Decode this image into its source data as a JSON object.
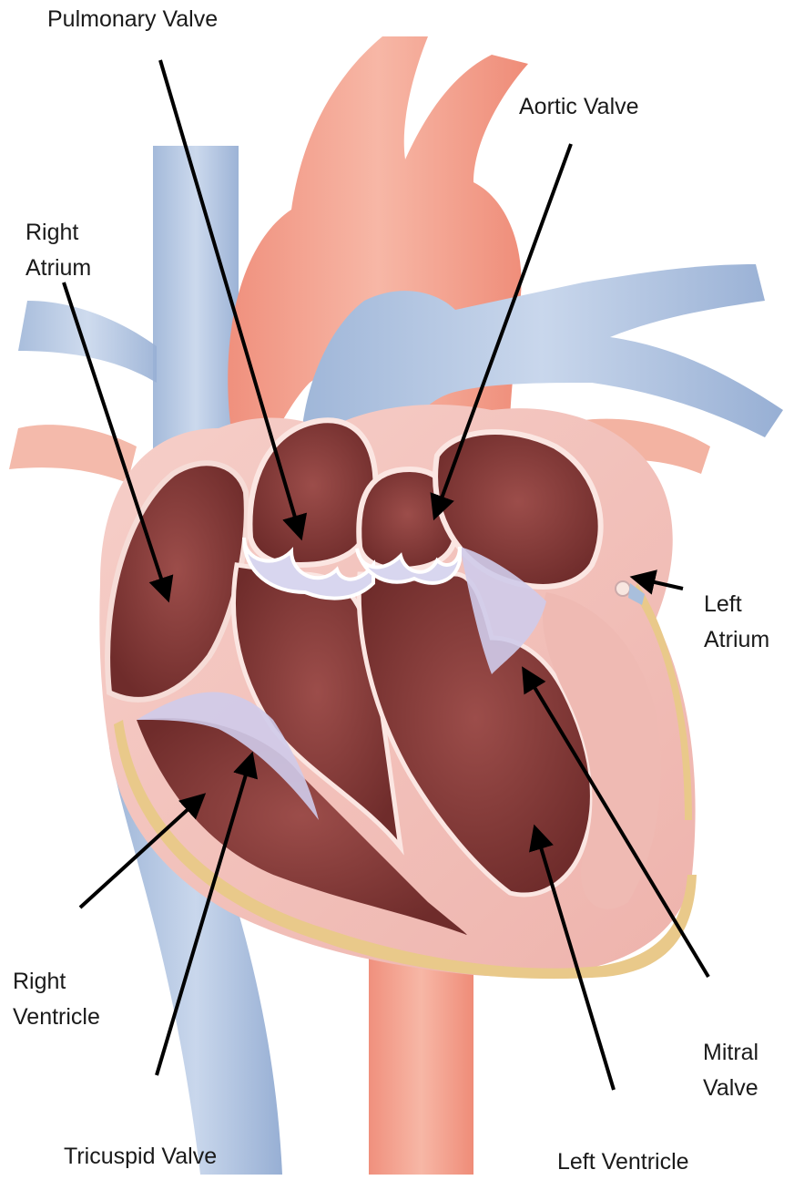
{
  "labels": {
    "pulmonary_valve": "Pulmonary Valve",
    "aortic_valve": "Aortic Valve",
    "right_atrium_line1": "Right",
    "right_atrium_line2": "Atrium",
    "left_atrium_line1": "Left",
    "left_atrium_line2": "Atrium",
    "right_ventricle_line1": "Right",
    "right_ventricle_line2": "Ventricle",
    "mitral_valve_line1": "Mitral",
    "mitral_valve_line2": "Valve",
    "tricuspid_valve": "Tricuspid Valve",
    "left_ventricle": "Left Ventricle"
  },
  "colors": {
    "artery": "#f2a08f",
    "vein": "#a9bfdc",
    "myocardium": "#f3c4bf",
    "chamber": "#8a3e3c",
    "valve": "#d8d6ef",
    "pericardium": "#e9c98a",
    "arrow": "#000000"
  }
}
